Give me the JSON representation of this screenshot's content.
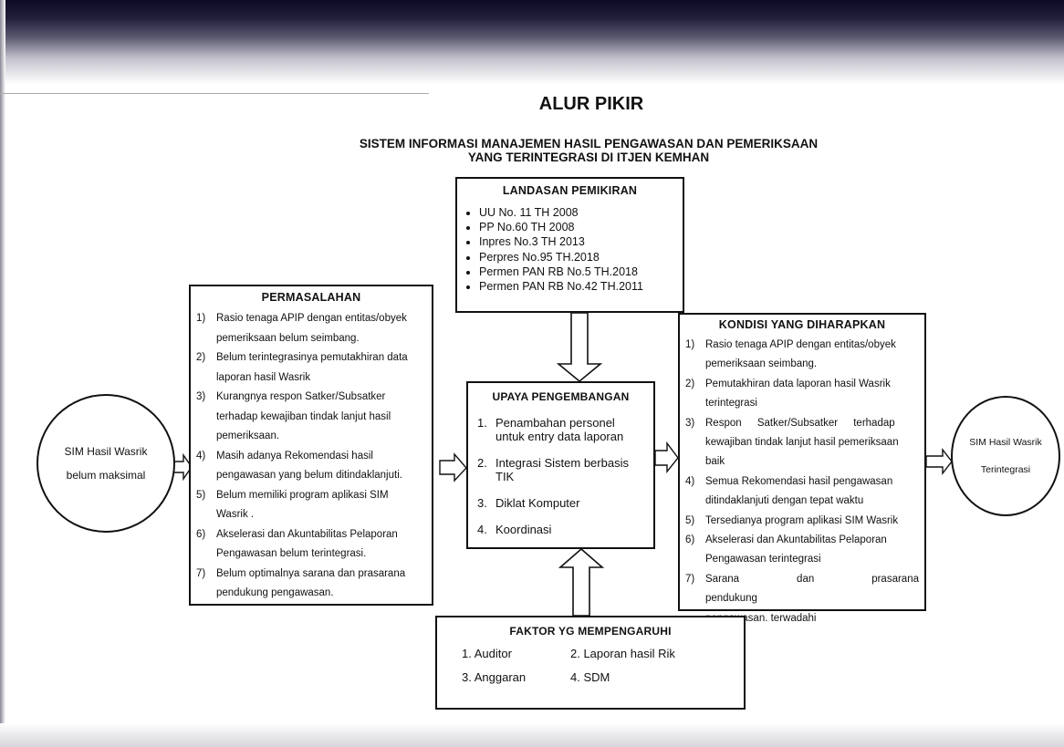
{
  "title": "ALUR PIKIR",
  "subtitle": {
    "line1": "SISTEM INFORMASI MANAJEMEN HASIL PENGAWASAN DAN PEMERIKSAAN",
    "line2": "YANG TERINTEGRASI DI ITJEN KEMHAN"
  },
  "landasan": {
    "title": "LANDASAN PEMIKIRAN",
    "items": [
      "UU No. 11 TH 2008",
      "PP No.60 TH 2008",
      "Inpres No.3 TH 2013",
      "Perpres No.95 TH.2018",
      "Permen PAN RB No.5 TH.2018",
      "Permen PAN RB No.42 TH.2011"
    ]
  },
  "permasalahan": {
    "title": "PERMASALAHAN",
    "items": [
      {
        "num": "1)",
        "lines": [
          "Rasio tenaga APIP dengan entitas/obyek",
          "pemeriksaan belum seimbang."
        ]
      },
      {
        "num": "2)",
        "lines": [
          "Belum terintegrasinya pemutakhiran data",
          "laporan hasil Wasrik"
        ]
      },
      {
        "num": "3)",
        "lines": [
          "Kurangnya respon Satker/Subsatker",
          "terhadap kewajiban tindak lanjut hasil",
          "pemeriksaan."
        ]
      },
      {
        "num": "4)",
        "lines": [
          "Masih adanya Rekomendasi hasil",
          "pengawasan yang belum ditindaklanjuti."
        ]
      },
      {
        "num": "5)",
        "lines": [
          "Belum memiliki program aplikasi SIM",
          "Wasrik ."
        ]
      },
      {
        "num": "6)",
        "lines": [
          "Akselerasi dan Akuntabilitas Pelaporan",
          "Pengawasan belum terintegrasi."
        ]
      },
      {
        "num": "7)",
        "lines": [
          "Belum optimalnya sarana dan prasarana",
          "pendukung pengawasan."
        ]
      }
    ]
  },
  "upaya": {
    "title": "UPAYA PENGEMBANGAN",
    "items": [
      {
        "num": "1.",
        "lines": [
          "Penambahan personel",
          "untuk entry data laporan"
        ]
      },
      {
        "num": "2.",
        "lines": [
          "Integrasi Sistem berbasis",
          "TIK"
        ]
      },
      {
        "num": "3.",
        "lines": [
          "Diklat Komputer"
        ]
      },
      {
        "num": "4.",
        "lines": [
          "Koordinasi"
        ]
      }
    ]
  },
  "kondisi": {
    "title": "KONDISI YANG DIHARAPKAN",
    "items": [
      {
        "num": "1)",
        "lines": [
          "Rasio tenaga APIP dengan entitas/obyek",
          "pemeriksaan seimbang."
        ]
      },
      {
        "num": "2)",
        "lines": [
          "Pemutakhiran data laporan hasil Wasrik",
          "terintegrasi"
        ]
      },
      {
        "num": "3)",
        "lines": [
          "Respon Satker/Subsatker terhadap",
          "kewajiban tindak lanjut hasil pemeriksaan",
          "baik"
        ]
      },
      {
        "num": "4)",
        "lines": [
          "Semua Rekomendasi hasil pengawasan",
          "ditindaklanjuti dengan tepat waktu"
        ]
      },
      {
        "num": "5)",
        "lines": [
          "Tersedianya program aplikasi SIM Wasrik"
        ]
      },
      {
        "num": "6)",
        "lines": [
          "Akselerasi dan Akuntabilitas Pelaporan",
          "Pengawasan terintegrasi"
        ]
      },
      {
        "num": "7)",
        "lines": [
          "Sarana dan prasarana pendukung",
          "pengawasan. terwadahi"
        ]
      }
    ]
  },
  "faktor": {
    "title": "FAKTOR YG MEMPENGARUHI",
    "items": [
      "1. Auditor",
      "2. Laporan hasil Rik",
      "3. Anggaran",
      "4. SDM"
    ]
  },
  "circle_left": {
    "line1": "SIM Hasil Wasrik",
    "line2": "belum maksimal"
  },
  "circle_right": {
    "line1": "SIM Hasil Wasrik",
    "line2": "Terintegrasi"
  }
}
